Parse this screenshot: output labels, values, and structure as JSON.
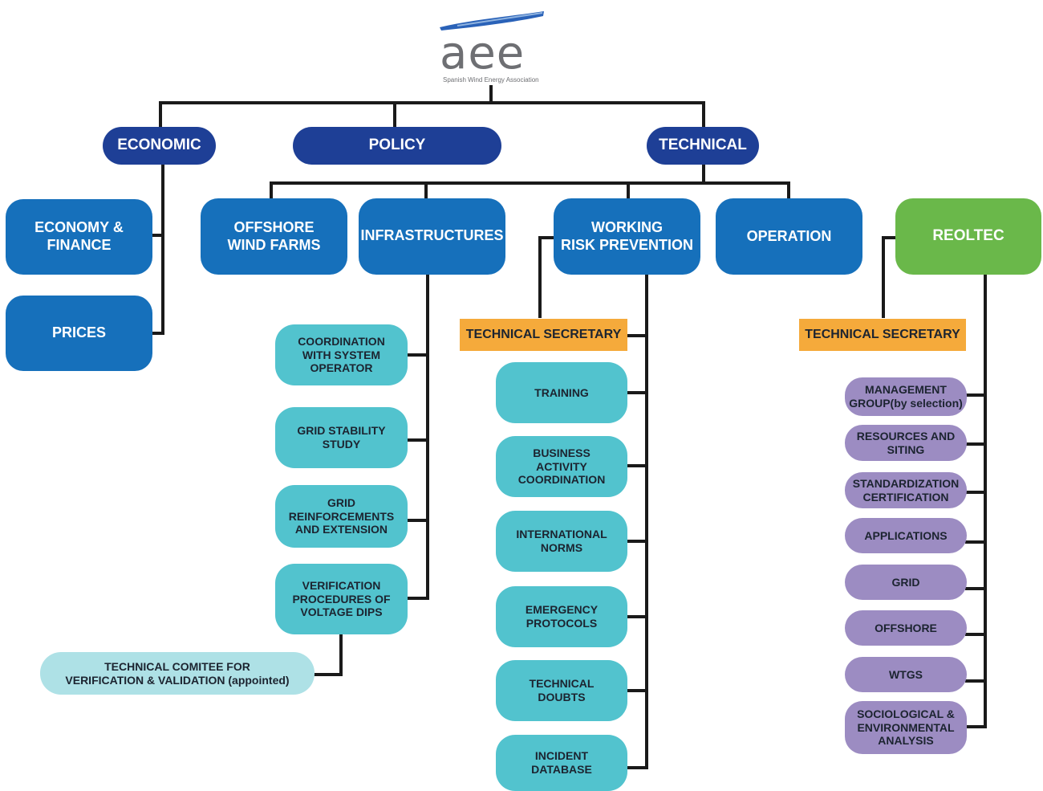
{
  "logo": {
    "word": "aee",
    "tagline": "Spanish Wind Energy Association"
  },
  "top": {
    "economic": "ECONOMIC",
    "policy": "POLICY",
    "technical": "TECHNICAL"
  },
  "economic": {
    "economy_finance": "ECONOMY &\nFINANCE",
    "prices": "PRICES"
  },
  "technical": {
    "offshore": "OFFSHORE\nWIND FARMS",
    "infrastructures": "INFRASTRUCTURES",
    "working_risk": "WORKING\nRISK PREVENTION",
    "operation": "OPERATION"
  },
  "reoltec": "REOLTEC",
  "infrastructures_items": [
    "COORDINATION\nWITH SYSTEM\nOPERATOR",
    "GRID STABILITY\nSTUDY",
    "GRID\nREINFORCEMENTS\nAND EXTENSION",
    "VERIFICATION\nPROCEDURES OF\nVOLTAGE DIPS"
  ],
  "committee": "TECHNICAL COMITEE FOR\nVERIFICATION & VALIDATION (appointed)",
  "risk": {
    "secretary": "TECHNICAL SECRETARY",
    "items": [
      "TRAINING",
      "BUSINESS\nACTIVITY\nCOORDINATION",
      "INTERNATIONAL\nNORMS",
      "EMERGENCY\nPROTOCOLS",
      "TECHNICAL\nDOUBTS",
      "INCIDENT\nDATABASE"
    ]
  },
  "reoltec_group": {
    "secretary": "TECHNICAL SECRETARY",
    "items": [
      "MANAGEMENT\nGROUP(by selection)",
      "RESOURCES AND\nSITING",
      "STANDARDIZATION\nCERTIFICATION",
      "APPLICATIONS",
      "GRID",
      "OFFSHORE",
      "WTGS",
      "SOCIOLOGICAL &\nENVIRONMENTAL\nANALYSIS"
    ]
  },
  "colors": {
    "navy": "#1e3f96",
    "blue": "#1670bb",
    "green": "#6ab84a",
    "teal": "#52c3ce",
    "lavender": "#9c8cc2",
    "orange": "#f5aa3b",
    "light": "#aee1e6"
  }
}
